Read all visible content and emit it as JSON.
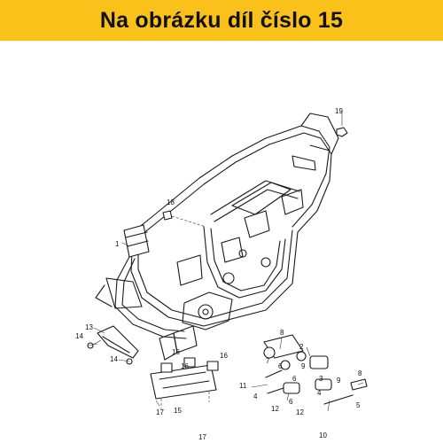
{
  "banner": {
    "title": "Na obrázku díl číslo 15",
    "background": "#f9c11a"
  },
  "diagram": {
    "callouts": [
      "19",
      "18",
      "1",
      "13",
      "14",
      "14",
      "16",
      "16",
      "16",
      "15",
      "17",
      "17",
      "8",
      "2",
      "7",
      "6",
      "9",
      "8",
      "11",
      "3",
      "6",
      "9",
      "4",
      "12",
      "6",
      "12",
      "4",
      "5",
      "10"
    ]
  }
}
